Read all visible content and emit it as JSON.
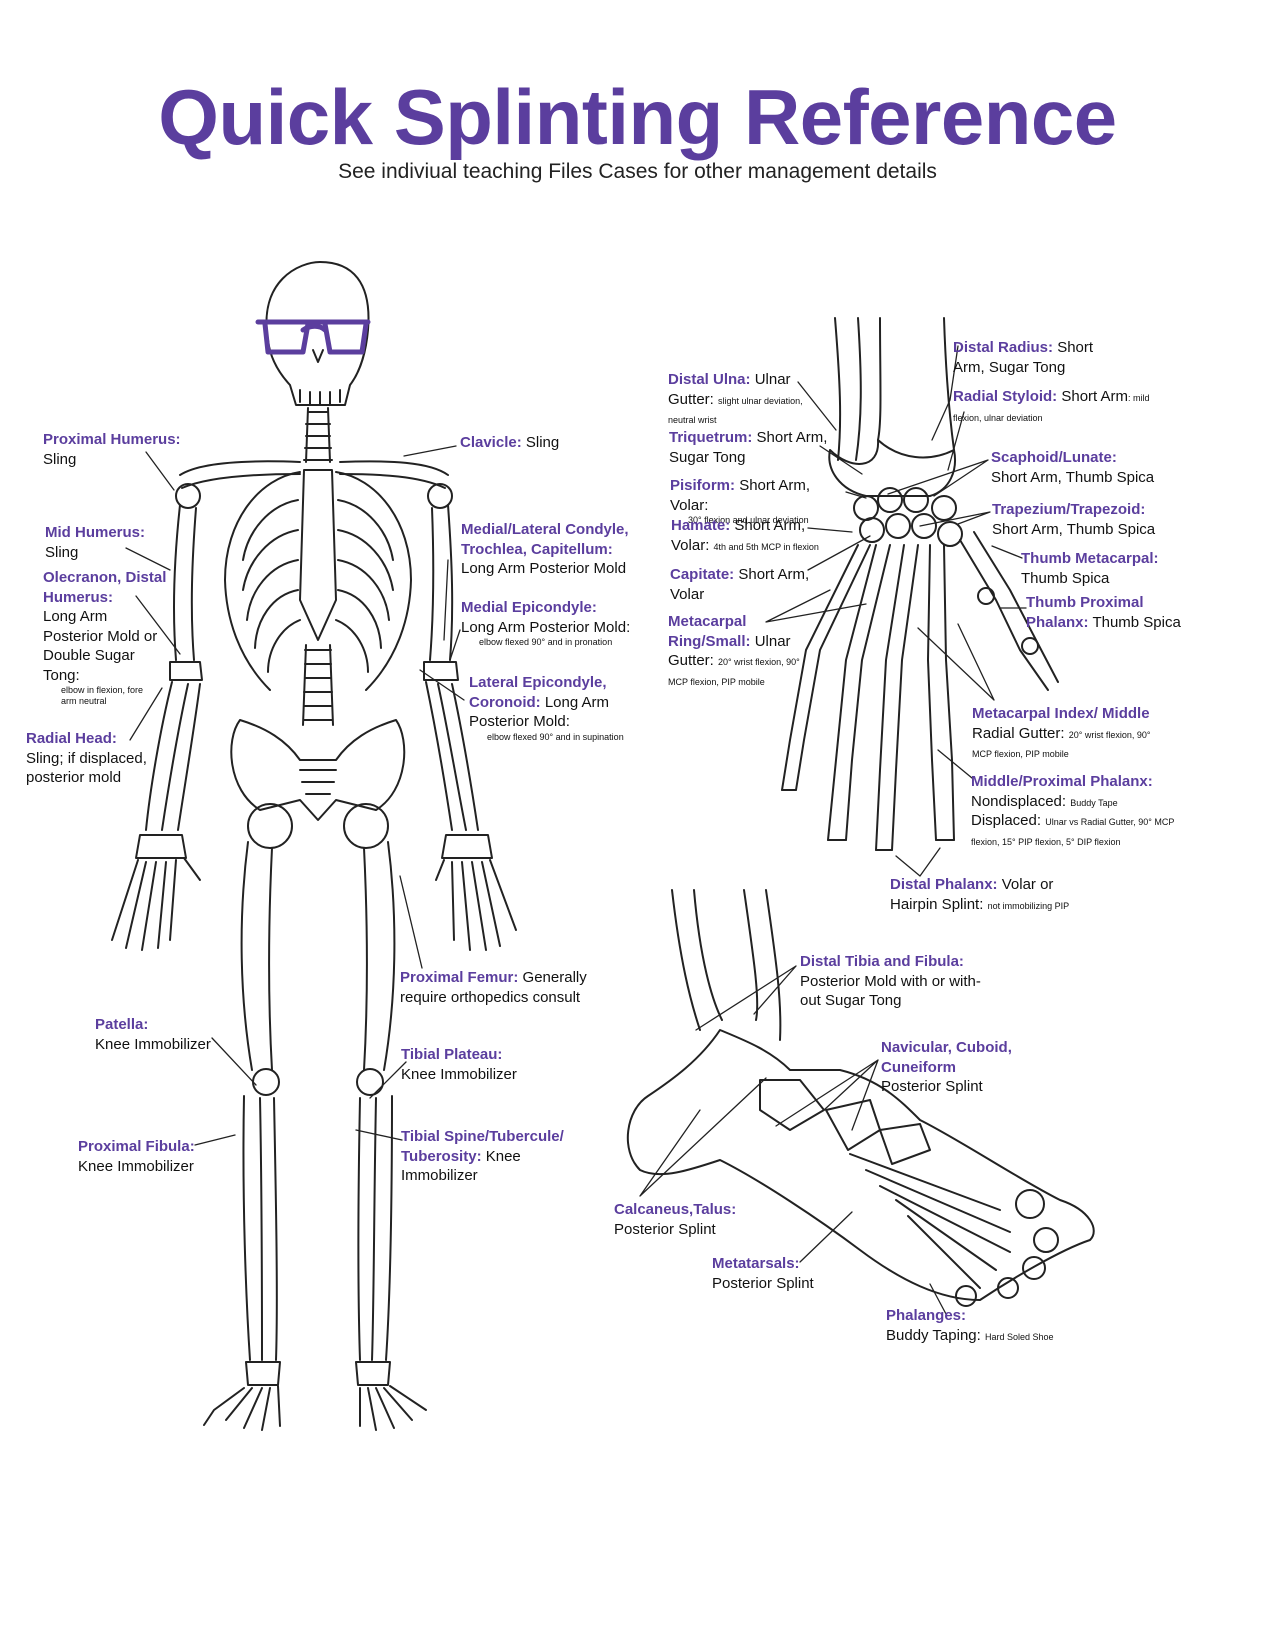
{
  "header": {
    "title": "Quick Splinting Reference",
    "subtitle": "See indiviual teaching Files Cases for other management details"
  },
  "colors": {
    "accent": "#5b3e9e",
    "text": "#111111",
    "lines": "#222222"
  },
  "skeleton": {
    "proximal_humerus": {
      "head": "Proximal Humerus:",
      "text": "Sling"
    },
    "mid_humerus": {
      "head": "Mid Humerus:",
      "text": "Sling"
    },
    "olecranon": {
      "head": "Olecranon, Distal Humerus:",
      "text": "Long Arm Posterior Mold or Double Sugar Tong:",
      "note": "elbow in flexion, fore arm neutral"
    },
    "radial_head": {
      "head": "Radial Head:",
      "text": "Sling; if displaced, posterior mold"
    },
    "clavicle": {
      "head": "Clavicle:",
      "text": "Sling"
    },
    "condyle": {
      "head": "Medial/Lateral Condyle, Trochlea, Capitellum:",
      "text": "Long Arm Posterior Mold"
    },
    "medial_epicondyle": {
      "head": "Medial Epicondyle:",
      "text": "Long Arm Posterior Mold:",
      "note": "elbow flexed 90° and in pronation"
    },
    "lateral_epicondyle": {
      "head": "Lateral Epicondyle, Coronoid:",
      "text": "Long Arm Posterior Mold:",
      "note": "elbow flexed 90° and in supination"
    },
    "proximal_femur": {
      "head": "Proximal Femur:",
      "text": "Generally require orthopedics consult"
    },
    "patella": {
      "head": "Patella:",
      "text": "Knee Immobilizer"
    },
    "tibial_plateau": {
      "head": "Tibial Plateau:",
      "text": "Knee Immobilizer"
    },
    "proximal_fibula": {
      "head": "Proximal Fibula:",
      "text": "Knee Immobilizer"
    },
    "tibial_spine": {
      "head": "Tibial Spine/Tubercule/ Tuberosity:",
      "text": "Knee Immobilizer"
    }
  },
  "hand": {
    "distal_radius": {
      "head": "Distal Radius:",
      "text": "Short Arm, Sugar Tong"
    },
    "radial_styloid": {
      "head": "Radial Styloid:",
      "text": "Short Arm",
      "note": ": mild flexion, ulnar deviation"
    },
    "distal_ulna": {
      "head": "Distal Ulna:",
      "text": "Ulnar Gutter:",
      "note": "slight ulnar deviation, neutral wrist"
    },
    "triquetrum": {
      "head": "Triquetrum:",
      "text": "Short Arm, Sugar Tong"
    },
    "pisiform": {
      "head": "Pisiform:",
      "text": "Short Arm, Volar:",
      "note": "30° flexion and ulnar deviation"
    },
    "hamate": {
      "head": "Hamate:",
      "text": "Short Arm, Volar:",
      "note": "4th and 5th MCP in flexion"
    },
    "capitate": {
      "head": "Capitate:",
      "text": "Short Arm, Volar"
    },
    "metacarpal_ring": {
      "head": "Metacarpal Ring/Small:",
      "text": "Ulnar Gutter:",
      "note": "20° wrist flexion, 90° MCP flexion, PIP mobile"
    },
    "scaphoid": {
      "head": "Scaphoid/Lunate:",
      "text": "Short Arm, Thumb Spica"
    },
    "trapezium": {
      "head": "Trapezium/Trapezoid:",
      "text": "Short Arm, Thumb Spica"
    },
    "thumb_metacarpal": {
      "head": "Thumb Metacarpal:",
      "text": "Thumb Spica"
    },
    "thumb_phalanx": {
      "head": "Thumb Proximal Phalanx:",
      "text": "Thumb Spica"
    },
    "metacarpal_index": {
      "head": "Metacarpal Index/ Middle",
      "text": "Radial Gutter:",
      "note": "20° wrist flexion, 90° MCP flexion, PIP mobile"
    },
    "middle_phalanx": {
      "head": "Middle/Proximal Phalanx:",
      "text1": "Nondisplaced:",
      "note1": "Buddy Tape",
      "text2": "Displaced:",
      "note2": "Ulnar vs Radial Gutter, 90° MCP flexion, 15° PIP flexion, 5° DIP flexion"
    },
    "distal_phalanx": {
      "head": "Distal Phalanx:",
      "text": "Volar or Hairpin Splint:",
      "note": "not immobilizing PIP"
    }
  },
  "foot": {
    "distal_tibia": {
      "head": "Distal Tibia and Fibula:",
      "text": "Posterior Mold with or with- out Sugar Tong"
    },
    "navicular": {
      "head": "Navicular, Cuboid, Cuneiform",
      "text": "Posterior Splint"
    },
    "calcaneus": {
      "head": "Calcaneus,Talus:",
      "text": "Posterior Splint"
    },
    "metatarsals": {
      "head": "Metatarsals:",
      "text": "Posterior Splint"
    },
    "phalanges": {
      "head": "Phalanges:",
      "text": "Buddy Taping:",
      "note": "Hard Soled Shoe"
    }
  }
}
